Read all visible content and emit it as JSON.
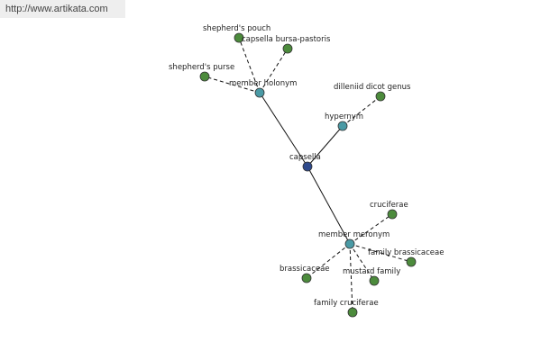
{
  "watermark": {
    "text": "http://www.artikata.com"
  },
  "colors": {
    "center": "#2f4a8c",
    "relation": "#4a9aa5",
    "leaf": "#4c8b3c"
  },
  "graph": {
    "nodes": [
      {
        "id": "capsella",
        "label": "capsella",
        "kind": "center"
      },
      {
        "id": "member-holonym",
        "label": "member holonym",
        "kind": "relation"
      },
      {
        "id": "hypernym",
        "label": "hypernym",
        "kind": "relation"
      },
      {
        "id": "member-meronym",
        "label": "member meronym",
        "kind": "relation"
      },
      {
        "id": "shepherds-pouch",
        "label": "shepherd's pouch",
        "kind": "leaf"
      },
      {
        "id": "capsella-bursa-pastoris",
        "label": "capsella bursa-pastoris",
        "kind": "leaf"
      },
      {
        "id": "shepherds-purse",
        "label": "shepherd's purse",
        "kind": "leaf"
      },
      {
        "id": "dilleniid-dicot-genus",
        "label": "dilleniid dicot genus",
        "kind": "leaf"
      },
      {
        "id": "cruciferae",
        "label": "cruciferae",
        "kind": "leaf"
      },
      {
        "id": "family-brassicaceae",
        "label": "family brassicaceae",
        "kind": "leaf"
      },
      {
        "id": "brassicaceae",
        "label": "brassicaceae",
        "kind": "leaf"
      },
      {
        "id": "mustard-family",
        "label": "mustard family",
        "kind": "leaf"
      },
      {
        "id": "family-cruciferae",
        "label": "family cruciferae",
        "kind": "leaf"
      }
    ],
    "edges": [
      {
        "from": "capsella",
        "to": "member-holonym",
        "style": "solid"
      },
      {
        "from": "capsella",
        "to": "hypernym",
        "style": "solid"
      },
      {
        "from": "capsella",
        "to": "member-meronym",
        "style": "solid"
      },
      {
        "from": "member-holonym",
        "to": "shepherds-pouch",
        "style": "dashed"
      },
      {
        "from": "member-holonym",
        "to": "capsella-bursa-pastoris",
        "style": "dashed"
      },
      {
        "from": "member-holonym",
        "to": "shepherds-purse",
        "style": "dashed"
      },
      {
        "from": "hypernym",
        "to": "dilleniid-dicot-genus",
        "style": "dashed"
      },
      {
        "from": "member-meronym",
        "to": "cruciferae",
        "style": "dashed"
      },
      {
        "from": "member-meronym",
        "to": "family-brassicaceae",
        "style": "dashed"
      },
      {
        "from": "member-meronym",
        "to": "brassicaceae",
        "style": "dashed"
      },
      {
        "from": "member-meronym",
        "to": "mustard-family",
        "style": "dashed"
      },
      {
        "from": "member-meronym",
        "to": "family-cruciferae",
        "style": "dashed"
      }
    ]
  }
}
